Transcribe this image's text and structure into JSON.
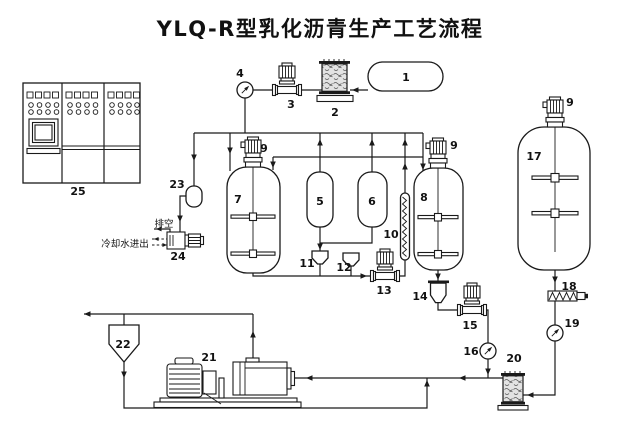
{
  "title": "YLQ-R型乳化沥青生产工艺流程",
  "colors": {
    "line": "#1a1a1a",
    "background": "#ffffff",
    "packing_fill": "#e3e3e3"
  },
  "annotations": {
    "vent": "排空",
    "cooling_water": "冷却水进出"
  },
  "equipment": {
    "n1": "1",
    "n2": "2",
    "n3": "3",
    "n4": "4",
    "n5": "5",
    "n6": "6",
    "n7": "7",
    "n8": "8",
    "n10": "10",
    "n11": "11",
    "n12": "12",
    "n13": "13",
    "n14": "14",
    "n15": "15",
    "n16": "16",
    "n17": "17",
    "n18": "18",
    "n19": "19",
    "n20": "20",
    "n21": "21",
    "n22": "22",
    "n23": "23",
    "n24": "24",
    "n25": "25",
    "motor_tank7": "9",
    "motor_tank8": "9",
    "motor_tank17": "9"
  }
}
